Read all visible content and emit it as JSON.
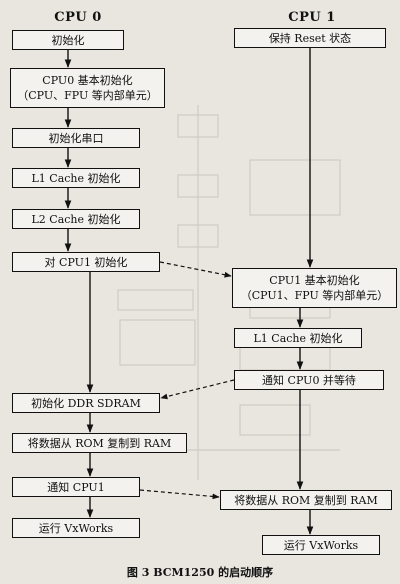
{
  "cpu0": {
    "header": "CPU 0",
    "steps": [
      "初始化",
      "CPU0 基本初始化",
      "（CPU、FPU 等内部单元）",
      "初始化串口",
      "L1 Cache 初始化",
      "L2 Cache 初始化",
      "对 CPU1 初始化",
      "初始化 DDR SDRAM",
      "将数据从 ROM 复制到 RAM",
      "通知 CPU1",
      "运行 VxWorks"
    ]
  },
  "cpu1": {
    "header": "CPU 1",
    "steps": [
      "保持 Reset 状态",
      "CPU1 基本初始化",
      "（CPU1、FPU 等内部单元）",
      "L1 Cache 初始化",
      "通知 CPU0 并等待",
      "将数据从 ROM 复制到 RAM",
      "运行 VxWorks"
    ]
  },
  "caption": "图 3 BCM1250 的启动顺序",
  "colors": {
    "ink": "#111111",
    "paper": "#e9e6e0",
    "box": "#f4f2ee"
  }
}
